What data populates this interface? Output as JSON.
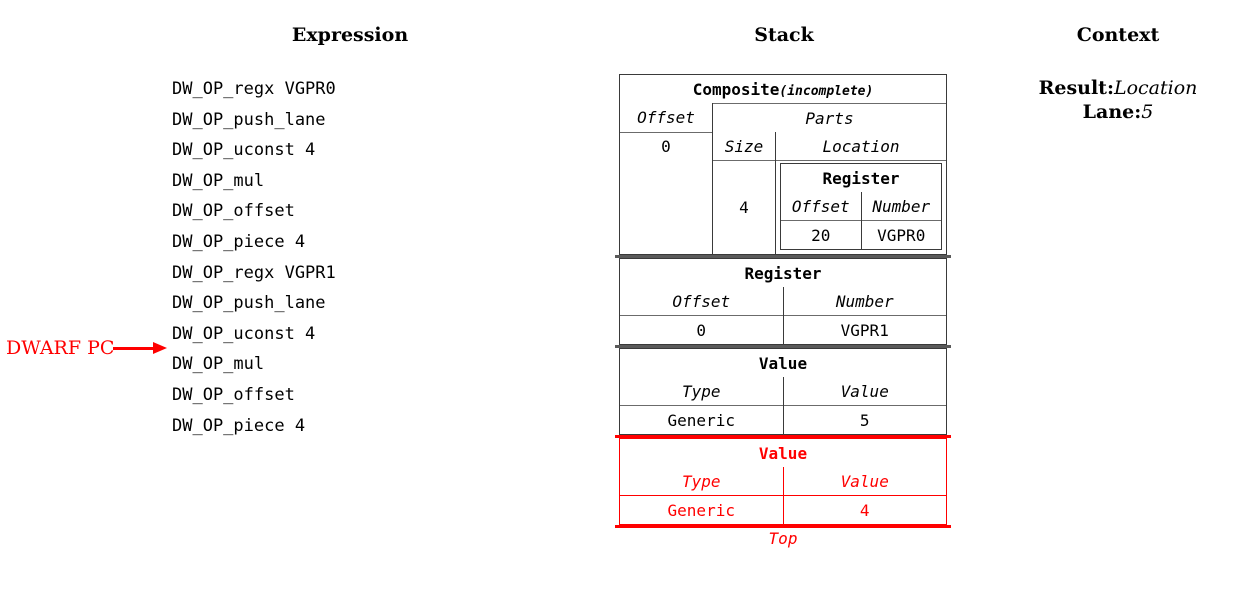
{
  "headings": {
    "expression": "Expression",
    "stack": "Stack",
    "context": "Context"
  },
  "expression": {
    "lines": [
      "DW_OP_regx VGPR0",
      "DW_OP_push_lane",
      "DW_OP_uconst 4",
      "DW_OP_mul",
      "DW_OP_offset",
      "DW_OP_piece 4",
      "DW_OP_regx VGPR1",
      "DW_OP_push_lane",
      "DW_OP_uconst 4",
      "DW_OP_mul",
      "DW_OP_offset",
      "DW_OP_piece 4"
    ],
    "pc_marker": {
      "label": "DWARF PC",
      "points_to_line_index": 9,
      "color": "#ff0000"
    }
  },
  "stack": {
    "top_label": "Top",
    "highlight_color": "#ff0000",
    "entries": [
      {
        "kind": "composite",
        "title": "Composite",
        "title_suffix": "(incomplete)",
        "headers": {
          "offset": "Offset",
          "parts": "Parts",
          "size": "Size",
          "location": "Location"
        },
        "offset_value": "0",
        "part": {
          "size": "4",
          "location": {
            "title": "Register",
            "headers": {
              "offset": "Offset",
              "number": "Number"
            },
            "values": {
              "offset": "20",
              "number": "VGPR0"
            }
          }
        }
      },
      {
        "kind": "register",
        "title": "Register",
        "headers": {
          "left": "Offset",
          "right": "Number"
        },
        "values": {
          "left": "0",
          "right": "VGPR1"
        }
      },
      {
        "kind": "value",
        "title": "Value",
        "headers": {
          "left": "Type",
          "right": "Value"
        },
        "values": {
          "left": "Generic",
          "right": "5"
        }
      },
      {
        "kind": "value",
        "highlighted": true,
        "title": "Value",
        "headers": {
          "left": "Type",
          "right": "Value"
        },
        "values": {
          "left": "Generic",
          "right": "4"
        }
      }
    ]
  },
  "context": {
    "rows": [
      {
        "key": "Result:",
        "value": "Location"
      },
      {
        "key": "Lane:",
        "value": "5"
      }
    ]
  }
}
